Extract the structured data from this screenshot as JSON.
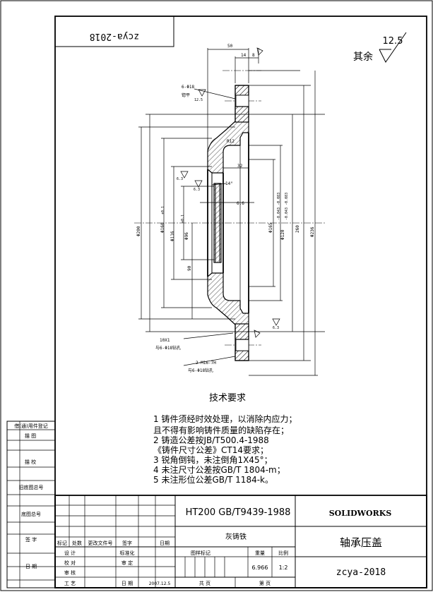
{
  "stamp_mirrored": "zcya-2018",
  "roughness": {
    "value": "12.5",
    "label": "其余"
  },
  "dims": {
    "d50": "50",
    "d14": "14",
    "d8": "8",
    "holes": "6-Φ18",
    "spot": "锪平",
    "ra_small": "12.5",
    "r12": "R12",
    "d32": "32",
    "ang14": "14°",
    "d66": "6.6",
    "d200": "Φ200",
    "d160": "Φ160",
    "tol1": "+0.1",
    "d116": "Φ116",
    "tol2": "+0.1",
    "d96": "Φ96",
    "d90": "90",
    "d165": "Φ165",
    "tol165": "-0.043 -0.083",
    "d120": "Φ120",
    "tol120": "-0.043 -0.083",
    "d260": "260",
    "d236": "Φ236",
    "ra_a": "6.3",
    "ra_b": "6.3",
    "ra_c": "6.3",
    "chamfer": "10X1",
    "with6": "与6-Φ18钻孔",
    "thread": "2-M16-7H",
    "with6b": "与6-Φ18钻孔"
  },
  "tech": {
    "title": "技术要求",
    "items": [
      "1 铸件须经时效处理，以消除内应力；",
      "  且不得有影响铸件质量的缺陷存在；",
      "2 铸造公差按JB/T500.4-1988",
      "  《铸件尺寸公差》CT14要求；",
      "3 锐角倒钝，未注倒角1X45°；",
      "4 未注尺寸公差按GB/T 1804-m；",
      "5 未注形位公差GB/T 1184-k。"
    ]
  },
  "left_strip": {
    "labels": [
      "借(通)用件登记",
      "描 图",
      "描 校",
      "旧底图总号",
      "底图总号",
      "签 字",
      "日 期"
    ]
  },
  "title_block": {
    "material": "HT200 GB/T9439-1988",
    "material_sub": "灰铸铁",
    "brand": "SOLIDWORKS",
    "part_name": "轴承压盖",
    "drawing_no": "zcya-2018",
    "hdr_cols": [
      "标记",
      "处数",
      "更改文件号",
      "签字",
      "日期"
    ],
    "rows_left": [
      "设 计",
      "校 对",
      "审 核",
      "工 艺"
    ],
    "mid_labels": [
      "标准化",
      "审 定",
      "日 期"
    ],
    "date_val": "2007.12.5",
    "stage": "图样标记",
    "weight_hdr": "重量",
    "scale_hdr": "比例",
    "weight": "6.966",
    "scale": "1:2",
    "total": "共  页",
    "page": "第  页"
  }
}
